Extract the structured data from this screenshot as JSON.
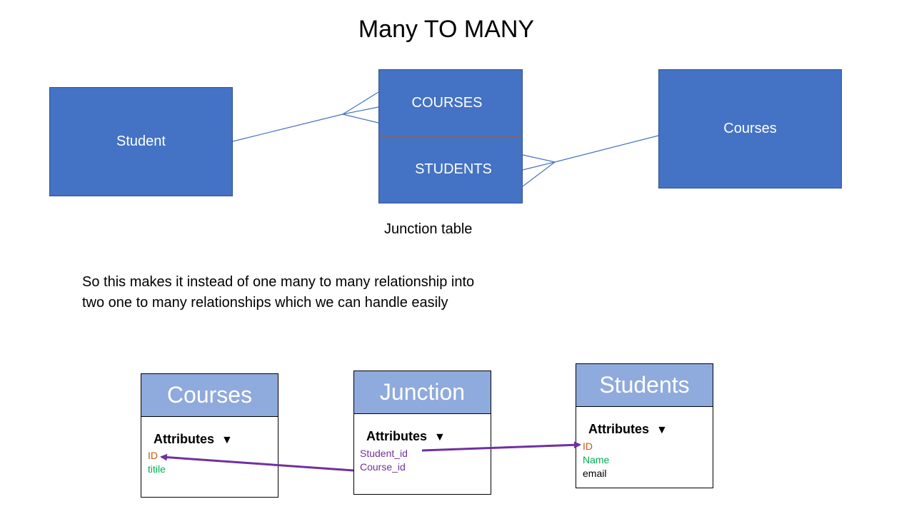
{
  "title": "Many TO MANY",
  "top_diagram": {
    "student_entity": "Student",
    "junction_top": "COURSES",
    "junction_bottom": "STUDENTS",
    "courses_entity": "Courses",
    "junction_caption": "Junction table"
  },
  "note": "So this makes it instead of one many to many relationship into two one to many relationships which we can handle easily",
  "tables": {
    "courses": {
      "name": "Courses",
      "attributes_label": "Attributes",
      "fields": [
        "ID",
        "titile"
      ]
    },
    "junction": {
      "name": "Junction",
      "attributes_label": "Attributes",
      "fields": [
        "Student_id",
        "Course_id"
      ]
    },
    "students": {
      "name": "Students",
      "attributes_label": "Attributes",
      "fields": [
        "ID",
        "Name",
        "email"
      ]
    }
  },
  "colors": {
    "entity_fill": "#4472c4",
    "header_fill": "#8faadc",
    "relationship_line": "#4472c4",
    "fk_arrow": "#7030a0",
    "primary_key": "#c55a11",
    "attribute": "#00b050"
  }
}
